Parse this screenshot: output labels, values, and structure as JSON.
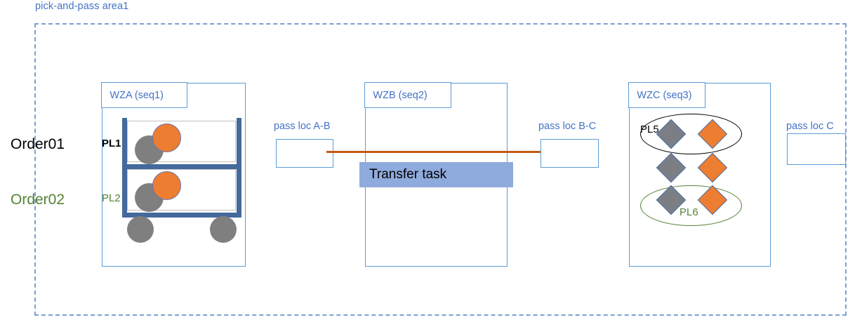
{
  "diagram": {
    "title": "pick-and-pass area1",
    "title_color": "#4472C4"
  },
  "orders": [
    {
      "label": "Order01",
      "color": "#000000"
    },
    {
      "label": "Order02",
      "color": "#548235"
    }
  ],
  "zones": [
    {
      "id": "wza",
      "label": "WZA (seq1)"
    },
    {
      "id": "wzb",
      "label": "WZB (seq2)"
    },
    {
      "id": "wzc",
      "label": "WZC (seq3)"
    }
  ],
  "cart": {
    "shelves": [
      {
        "label": "PL1",
        "color": "#000000",
        "totes": [
          "gray",
          "orange"
        ]
      },
      {
        "label": "PL2",
        "color": "#548235",
        "totes": [
          "gray",
          "orange"
        ]
      }
    ],
    "wheel_count": 2
  },
  "pass_locations": [
    {
      "label": "pass loc A-B"
    },
    {
      "label": "pass loc B-C"
    },
    {
      "label": "pass loc C"
    }
  ],
  "transfer": {
    "task_label": "Transfer task",
    "banner_color": "#8FAADC",
    "arrow_color": "#C55A11"
  },
  "wzc_groups": [
    {
      "label": "PL5",
      "color": "#000000",
      "items": [
        "gray",
        "orange"
      ]
    },
    {
      "label": "",
      "color": "#000000",
      "items": [
        "gray",
        "orange"
      ]
    },
    {
      "label": "PL6",
      "color": "#548235",
      "items": [
        "gray",
        "orange"
      ]
    }
  ]
}
